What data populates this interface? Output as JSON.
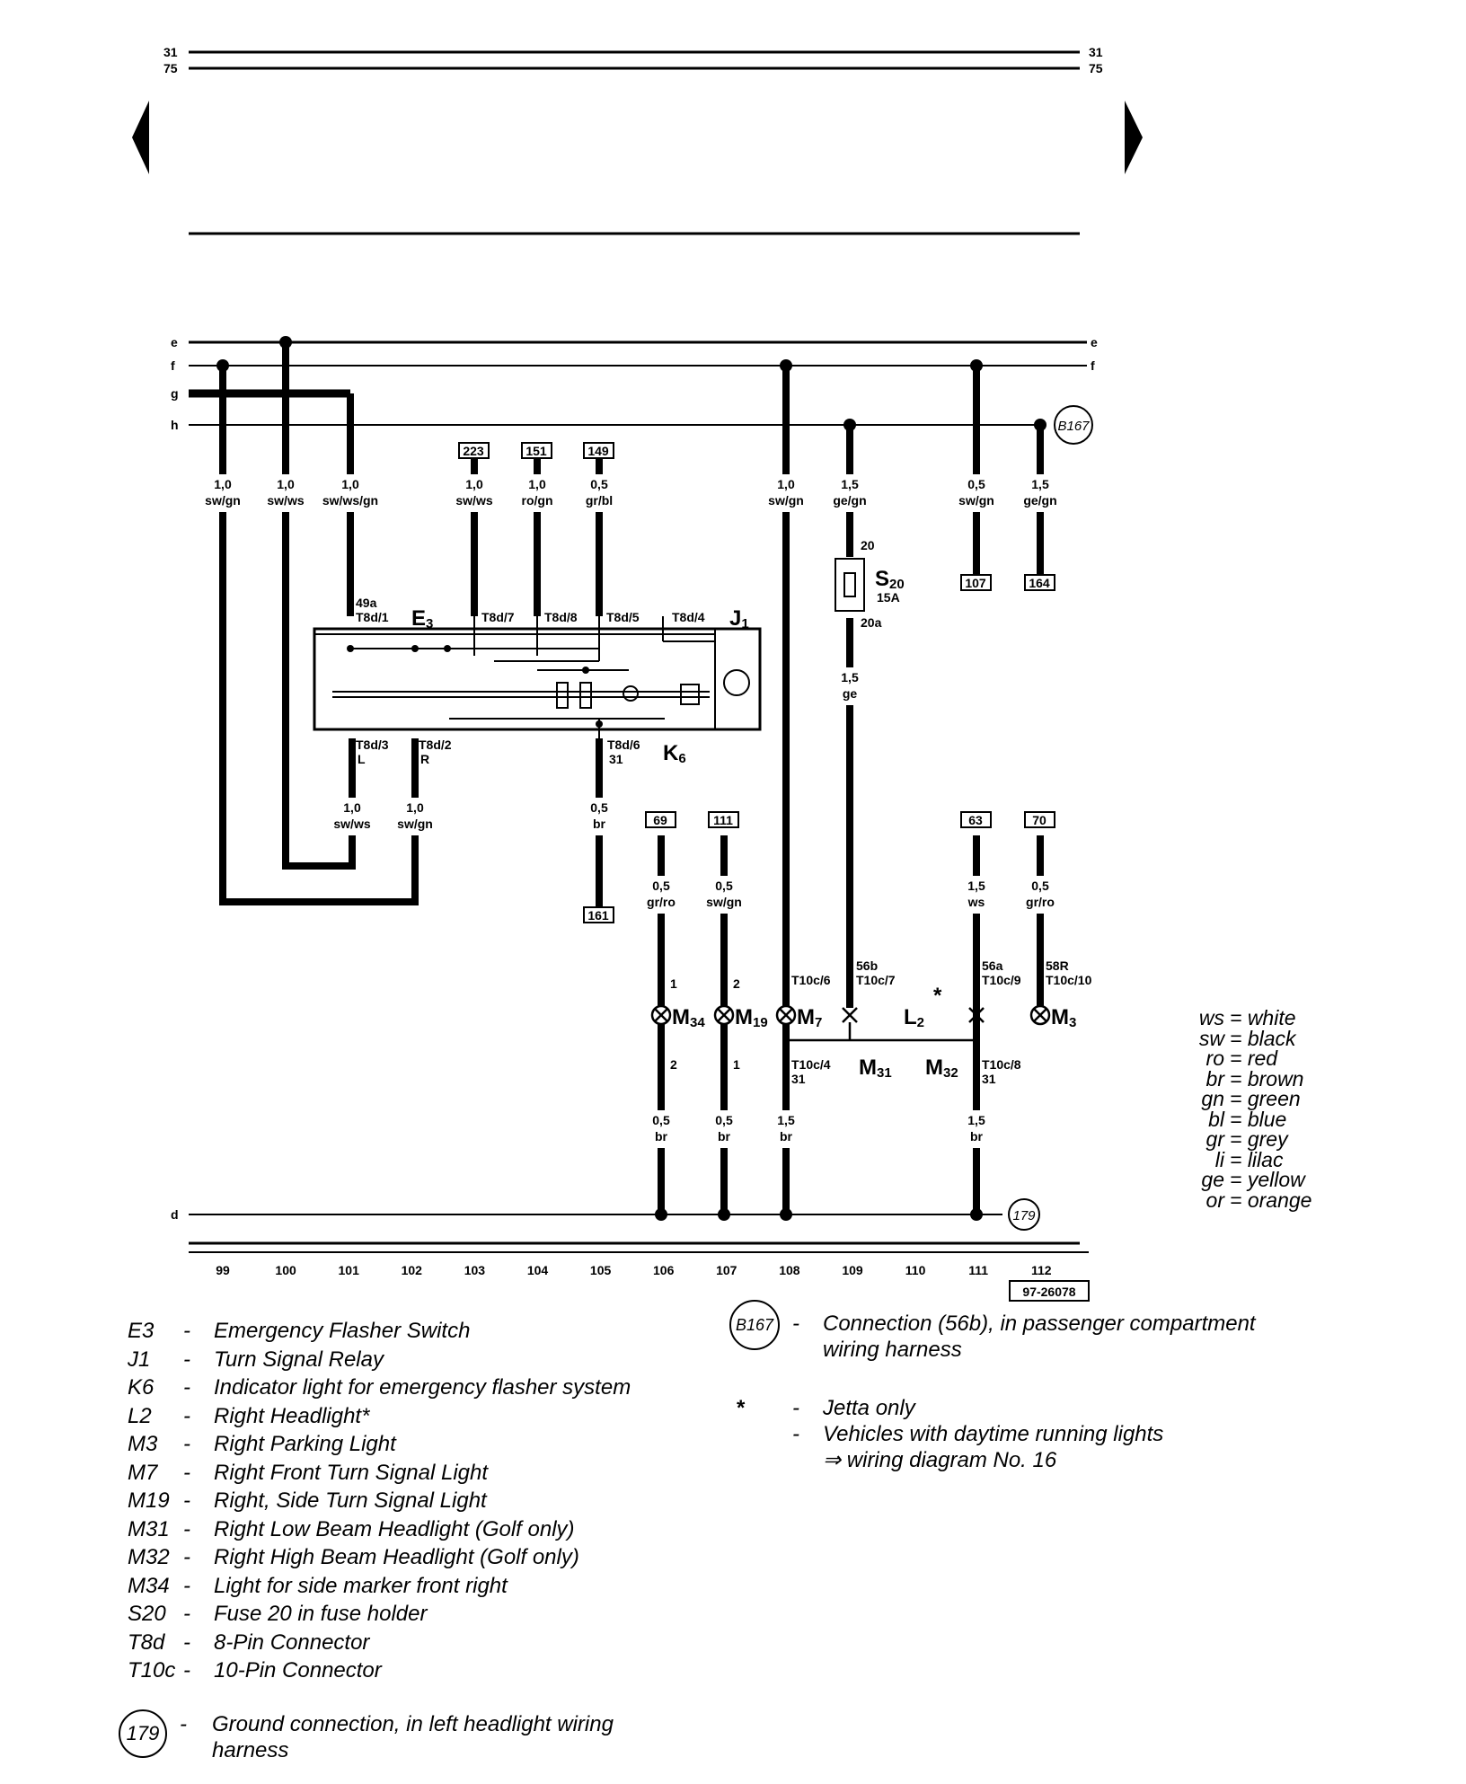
{
  "header": {
    "bus_31": "31",
    "bus_75": "75"
  },
  "buses": {
    "e": "e",
    "f": "f",
    "g": "g",
    "h": "h",
    "d": "d"
  },
  "refs": {
    "r223": "223",
    "r151": "151",
    "r149": "149",
    "r107": "107",
    "r164": "164",
    "r161": "161",
    "r69": "69",
    "r111": "111",
    "r63": "63",
    "r70": "70"
  },
  "wires": {
    "w99": [
      "1,0",
      "sw/gn"
    ],
    "w100": [
      "1,0",
      "sw/ws"
    ],
    "w101": [
      "1,0",
      "sw/ws/gn"
    ],
    "w103": [
      "1,0",
      "sw/ws"
    ],
    "w104": [
      "1,0",
      "ro/gn"
    ],
    "w105": [
      "0,5",
      "gr/bl"
    ],
    "w108": [
      "1,0",
      "sw/gn"
    ],
    "w109": [
      "1,5",
      "ge/gn"
    ],
    "w111": [
      "0,5",
      "sw/gn"
    ],
    "w112": [
      "1,5",
      "ge/gn"
    ],
    "w109b": [
      "1,5",
      "ge"
    ],
    "w101b": [
      "1,0",
      "sw/ws"
    ],
    "w102b": [
      "1,0",
      "sw/gn"
    ],
    "w105b": [
      "0,5",
      "br"
    ],
    "w106": [
      "0,5",
      "gr/ro"
    ],
    "w107": [
      "0,5",
      "sw/gn"
    ],
    "w111b": [
      "1,5",
      "ws"
    ],
    "w112b": [
      "0,5",
      "gr/ro"
    ],
    "w106c": [
      "0,5",
      "br"
    ],
    "w107c": [
      "0,5",
      "br"
    ],
    "w108c": [
      "1,5",
      "br"
    ],
    "w111c": [
      "1,5",
      "br"
    ]
  },
  "pins": {
    "p49a": "49a",
    "p8d1": "T8d/1",
    "p8d7": "T8d/7",
    "p8d8": "T8d/8",
    "p8d5": "T8d/5",
    "p8d4": "T8d/4",
    "p8d3": "T8d/3",
    "pL": "L",
    "p8d2": "T8d/2",
    "pR": "R",
    "p8d6": "T8d/6",
    "p31a": "31",
    "p20": "20",
    "p20a": "20a",
    "s20a": "15A",
    "p1a": "1",
    "p2a": "2",
    "p10c6": "T10c/6",
    "p56b": "56b",
    "p10c7": "T10c/7",
    "p56a": "56a",
    "p10c9": "T10c/9",
    "p58r": "58R",
    "p10c10": "T10c/10",
    "p2b": "2",
    "p1b": "1",
    "p10c4": "T10c/4",
    "p31b": "31",
    "p10c8": "T10c/8",
    "p31c": "31",
    "star": "*"
  },
  "components": {
    "E3": [
      "E",
      "3"
    ],
    "J1": [
      "J",
      "1"
    ],
    "K6": [
      "K",
      "6"
    ],
    "S20": [
      "S",
      "20"
    ],
    "L2": [
      "L",
      "2"
    ],
    "M34": [
      "M",
      "34"
    ],
    "M19": [
      "M",
      "19"
    ],
    "M7": [
      "M",
      "7"
    ],
    "M3": [
      "M",
      "3"
    ],
    "M31": [
      "M",
      "31"
    ],
    "M32": [
      "M",
      "32"
    ]
  },
  "grounds": {
    "g179": "179",
    "b167": "B167"
  },
  "columns": [
    "99",
    "100",
    "101",
    "102",
    "103",
    "104",
    "105",
    "106",
    "107",
    "108",
    "109",
    "110",
    "111",
    "112"
  ],
  "diagram_id": "97-26078",
  "color_codes": [
    [
      "ws",
      "= white"
    ],
    [
      "sw",
      "= black"
    ],
    [
      "ro",
      "= red"
    ],
    [
      "br",
      "= brown"
    ],
    [
      "gn",
      "= green"
    ],
    [
      "bl",
      "= blue"
    ],
    [
      "gr",
      "= grey"
    ],
    [
      "li",
      "= lilac"
    ],
    [
      "ge",
      "= yellow"
    ],
    [
      "or",
      "= orange"
    ]
  ],
  "legend": [
    {
      "code": "E3",
      "dash": "-",
      "text": "Emergency Flasher Switch"
    },
    {
      "code": "J1",
      "dash": "-",
      "text": "Turn Signal Relay"
    },
    {
      "code": "K6",
      "dash": "-",
      "text": "Indicator light for emergency flasher system"
    },
    {
      "code": "L2",
      "dash": "-",
      "text": "Right Headlight*"
    },
    {
      "code": "M3",
      "dash": "-",
      "text": "Right Parking Light"
    },
    {
      "code": "M7",
      "dash": "-",
      "text": "Right Front Turn Signal Light"
    },
    {
      "code": "M19",
      "dash": "-",
      "text": "Right, Side Turn Signal Light"
    },
    {
      "code": "M31",
      "dash": "-",
      "text": "Right Low Beam Headlight (Golf only)"
    },
    {
      "code": "M32",
      "dash": "-",
      "text": "Right High Beam Headlight (Golf only)"
    },
    {
      "code": "M34",
      "dash": "-",
      "text": "Light for side marker front right"
    },
    {
      "code": "S20",
      "dash": "-",
      "text": "Fuse 20 in fuse holder"
    },
    {
      "code": "T8d",
      "dash": "-",
      "text": "8-Pin Connector"
    },
    {
      "code": "T10c",
      "dash": "-",
      "text": "10-Pin Connector"
    }
  ],
  "ground_note": {
    "dash": "-",
    "line1": "Ground connection, in left headlight wiring",
    "line2": "harness"
  },
  "right_notes": {
    "b167_dash": "-",
    "b167_line1": "Connection (56b), in passenger compartment",
    "b167_line2": "wiring harness",
    "star": "*",
    "star_dash": "-",
    "star_text": "Jetta only",
    "drl_dash": "-",
    "drl_line1": "Vehicles with daytime running lights",
    "drl_line2": "⇒ wiring diagram No. 16"
  }
}
